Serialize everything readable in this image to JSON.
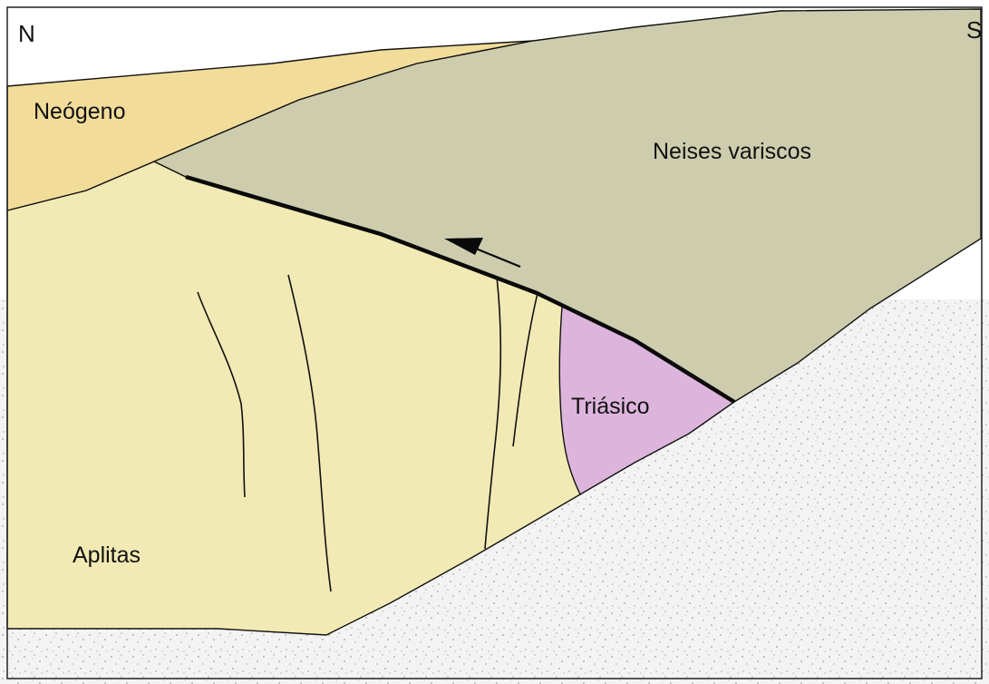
{
  "compass": {
    "north": "N",
    "south": "S"
  },
  "units": {
    "neogene": {
      "label": "Neógeno",
      "color": "#f2dc9a"
    },
    "variscan_gneiss": {
      "label": "Neises variscos",
      "color": "#cdcdae"
    },
    "aplites": {
      "label": "Aplitas",
      "color": "#f2eab4"
    },
    "triassic": {
      "label": "Triásico",
      "color": "#ddb5dc"
    },
    "surface_deposit": {
      "color": "#f2f2f2"
    }
  },
  "fault": {
    "sense_arrow": "arrow-left-icon"
  }
}
